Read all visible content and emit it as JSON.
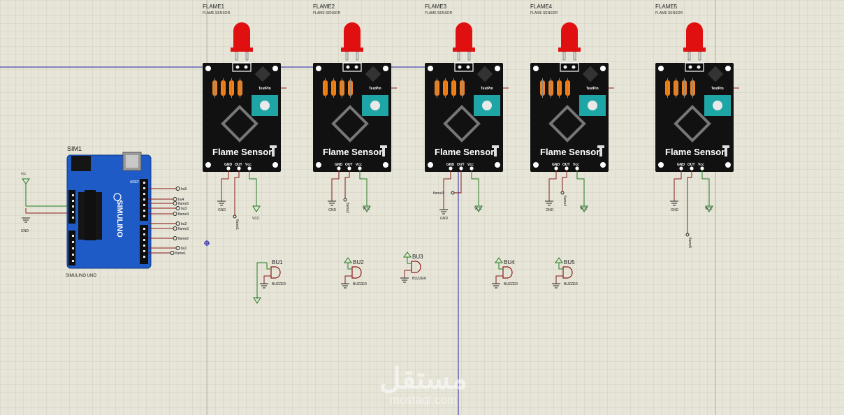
{
  "colors": {
    "grid": "#d2d0c2",
    "background": "#e7e5d8",
    "board_blue": "#1e5bc6",
    "module_black": "#111111",
    "led_red": "#e01010",
    "wire_green": "#1f7a1f",
    "wire_red": "#8a1a1a",
    "guide_blue": "#2323a8",
    "teal": "#1ea5a5",
    "orange": "#f08018"
  },
  "arduino": {
    "ref": "SIM1",
    "name": "SIMULINO UNO",
    "brand": "SIMULINO",
    "aref": "AREF",
    "power_pins": [
      "vcc",
      "GND"
    ]
  },
  "sensor_labels": {
    "module_text": "Flame Sensor",
    "testpin": "TestPin",
    "pins": [
      "GND",
      "OUT",
      "Vcc"
    ]
  },
  "sensors": [
    {
      "ref": "FLAME1",
      "type": "FLAME SENSOR",
      "out_label": "flame1"
    },
    {
      "ref": "FLAME2",
      "type": "FLAME SENSOR",
      "out_label": "flame2"
    },
    {
      "ref": "FLAME3",
      "type": "FLAME SENSOR",
      "out_label": "flame3"
    },
    {
      "ref": "FLAME4",
      "type": "FLAME SENSOR",
      "out_label": "flame4"
    },
    {
      "ref": "FLAME5",
      "type": "FLAME SENSOR",
      "out_label": "flame5"
    }
  ],
  "net_labels": {
    "gnd": "GND",
    "vcc": "VCC"
  },
  "buzzers": [
    {
      "ref": "BU1",
      "type": "BUZZER"
    },
    {
      "ref": "BU2",
      "type": "BUZZER"
    },
    {
      "ref": "BU3",
      "type": "BUZZER"
    },
    {
      "ref": "BU4",
      "type": "BUZZER"
    },
    {
      "ref": "BU5",
      "type": "BUZZER"
    }
  ],
  "arduino_terminals": [
    "bu5",
    "bu4",
    "flame5",
    "bu3",
    "flame4",
    "bu2",
    "flame3",
    "flame2",
    "bu1",
    "flame1"
  ],
  "watermark": {
    "arabic": "مستقل",
    "latin": "mostaql.com"
  }
}
